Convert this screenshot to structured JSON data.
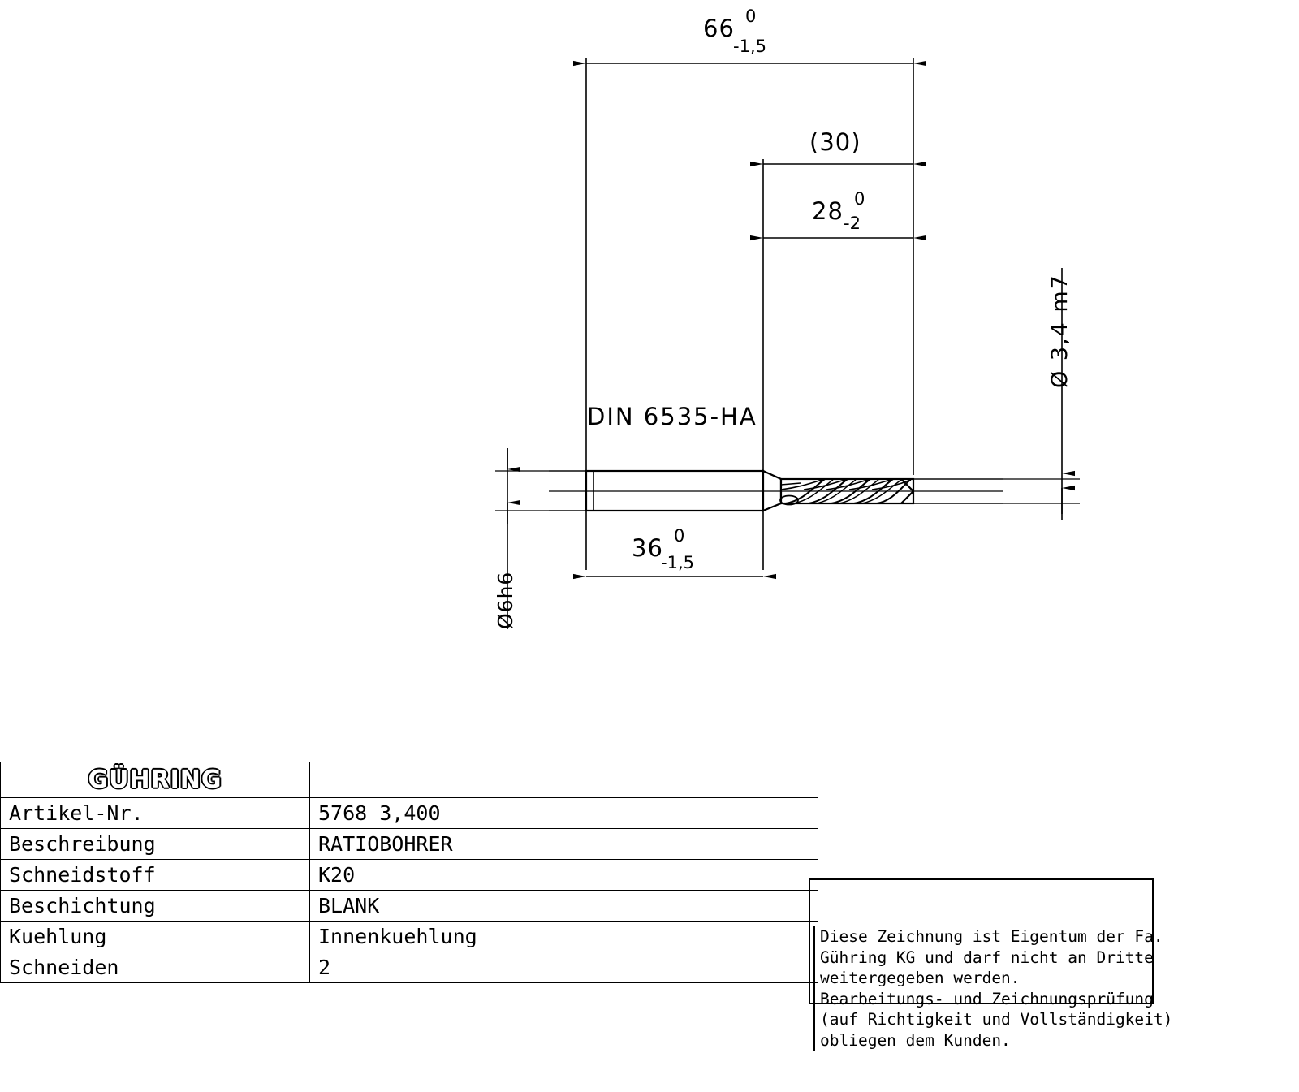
{
  "drawing": {
    "standard_label": "DIN 6535-HA",
    "dimensions": {
      "overall_length": {
        "value": "66",
        "tol_upper": "0",
        "tol_lower": "-1,5"
      },
      "flute_ref": {
        "value": "(30)"
      },
      "flute_length": {
        "value": "28",
        "tol_upper": "0",
        "tol_lower": "-2"
      },
      "shank_length": {
        "value": "36",
        "tol_upper": "0",
        "tol_lower": "-1,5"
      },
      "shank_diameter": {
        "value": "Ø6h6"
      },
      "drill_diameter": {
        "value": "Ø 3,4 m7"
      }
    }
  },
  "title_block": {
    "logo": "GÜHRING",
    "rows": [
      {
        "label": "Artikel-Nr.",
        "value": "5768 3,400"
      },
      {
        "label": "Beschreibung",
        "value": "RATIOBOHRER"
      },
      {
        "label": "Schneidstoff",
        "value": "K20"
      },
      {
        "label": "Beschichtung",
        "value": "BLANK"
      },
      {
        "label": "Kuehlung",
        "value": "Innenkuehlung"
      },
      {
        "label": "Schneiden",
        "value": "2"
      }
    ]
  },
  "notice": {
    "text": "Diese Zeichnung ist Eigentum der Fa.\nGühring KG und darf nicht an Dritte\nweitergegeben werden.\nBearbeitungs- und Zeichnungsprüfung\n(auf Richtigkeit und Vollständigkeit)\nobliegen dem Kunden."
  },
  "colors": {
    "line": "#000000",
    "background": "#ffffff"
  }
}
